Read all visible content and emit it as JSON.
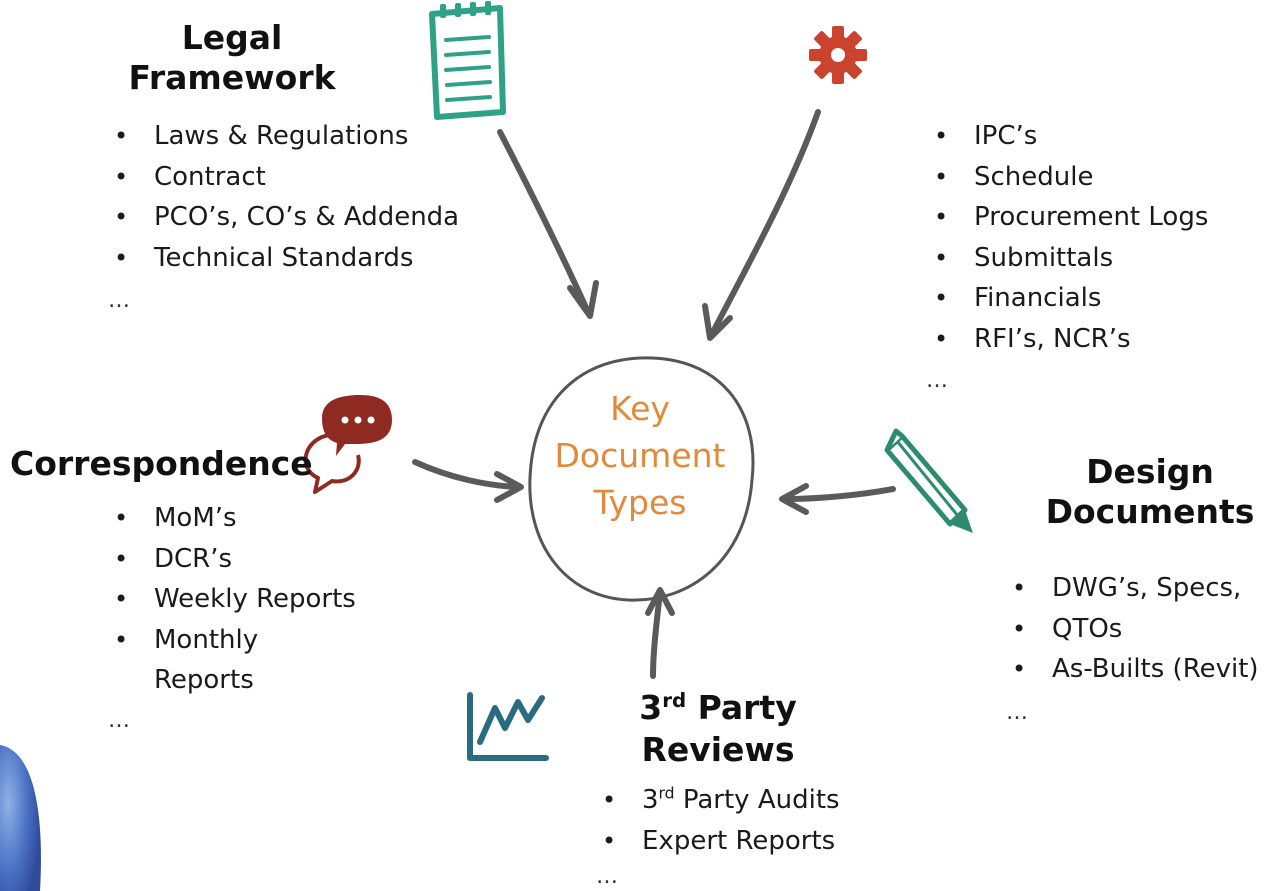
{
  "center": {
    "line1": "Key",
    "line2": "Document",
    "line3": "Types"
  },
  "legal": {
    "title_line1": "Legal",
    "title_line2": "Framework",
    "items": [
      "Laws & Regulations",
      "Contract",
      "PCO’s, CO’s & Addenda",
      "Technical Standards"
    ],
    "more": "…"
  },
  "project": {
    "items": [
      "IPC’s",
      "Schedule",
      "Procurement Logs",
      "Submittals",
      "Financials",
      "RFI’s, NCR’s"
    ],
    "more": "…"
  },
  "correspondence": {
    "title": "Correspondence",
    "items": [
      "MoM’s",
      "DCR’s",
      "Weekly Reports",
      "Monthly",
      "Reports"
    ],
    "more": "…"
  },
  "design": {
    "title_line1": "Design",
    "title_line2": "Documents",
    "items": [
      "DWG’s, Specs,",
      "QTOs",
      "As-Builts (Revit)"
    ],
    "more": "…"
  },
  "third_party": {
    "title_num": "3",
    "title_sup": "rd",
    "title_rest": " Party",
    "title_line2": "Reviews",
    "item1_num": "3",
    "item1_sup": "rd",
    "item1_rest": " Party Audits",
    "item2": "Expert Reports",
    "more": "…"
  },
  "icons": {
    "notepad": "notepad-icon",
    "gear": "gear-icon",
    "chat": "chat-bubbles-icon",
    "pencil": "pencil-icon",
    "chart": "line-chart-icon"
  },
  "colors": {
    "center_text": "#e08a3a",
    "arrows": "#5a5a5a",
    "notepad": "#2ea187",
    "gear": "#c9432e",
    "chat": "#8e2a22",
    "pencil": "#2e8c6e",
    "chart": "#2a6b82",
    "corner_orb": "#3f63b8"
  }
}
